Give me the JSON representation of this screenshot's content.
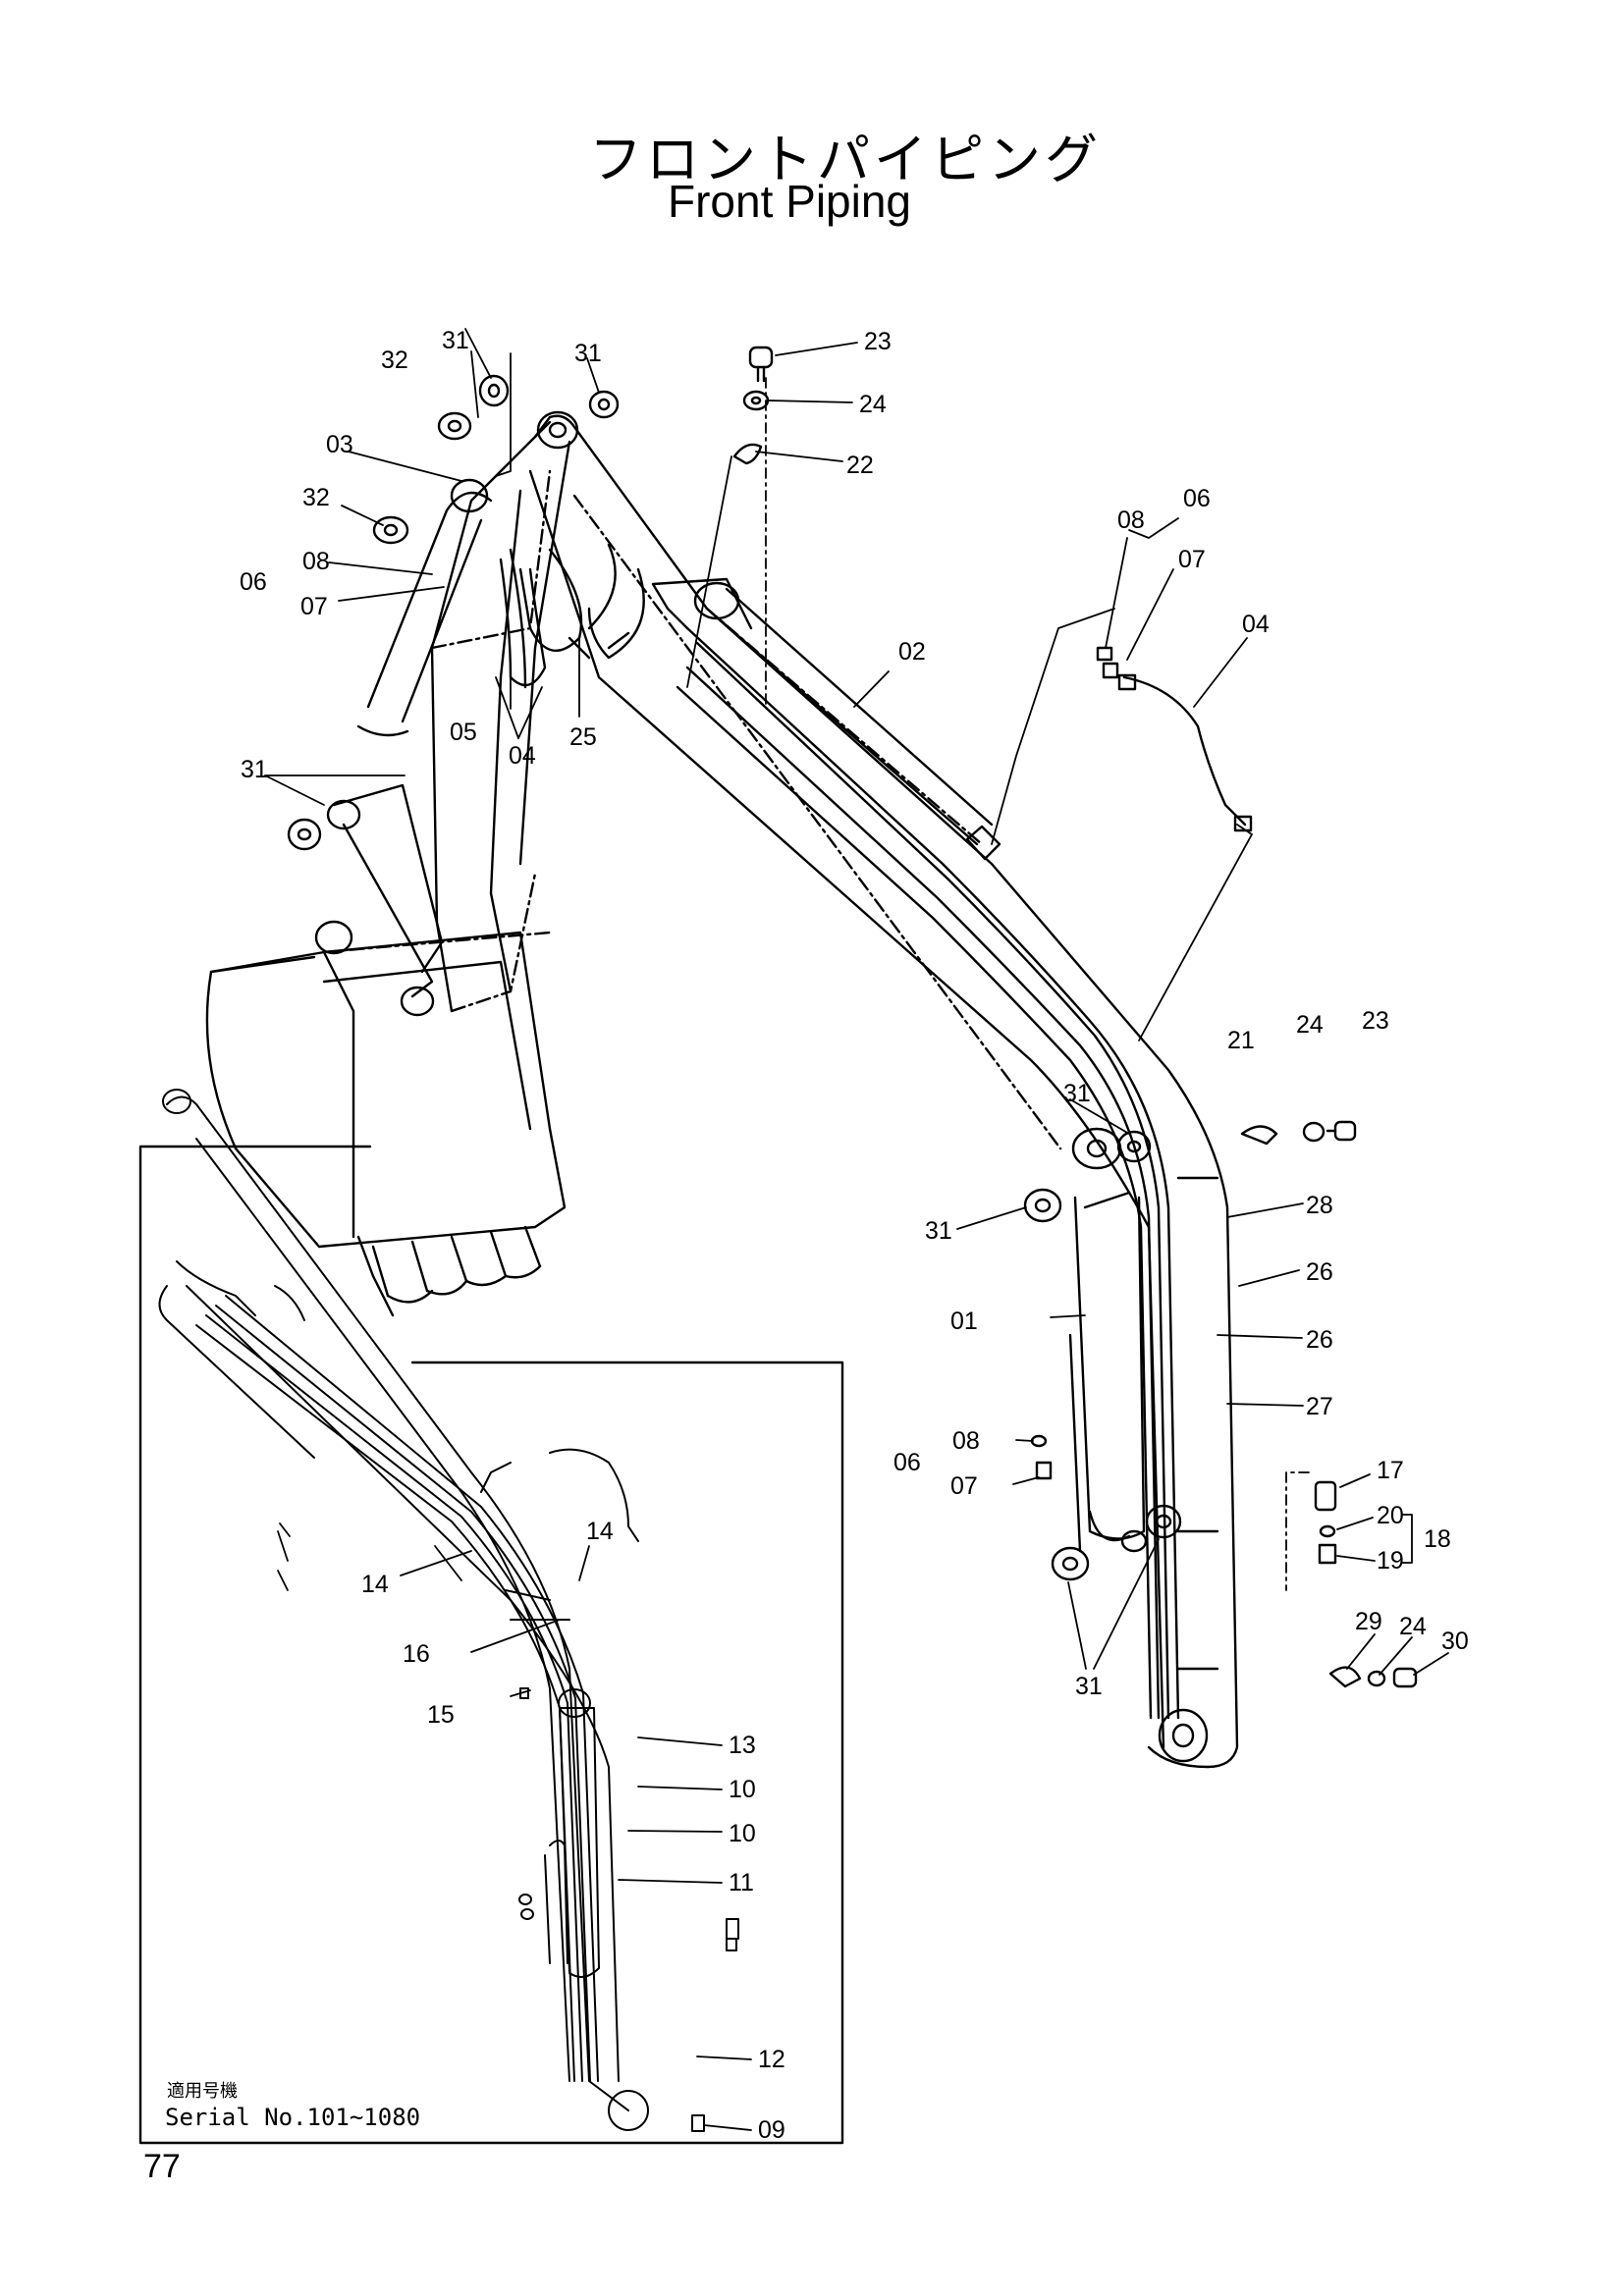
{
  "header": {
    "title_jp": "フロントパイピング",
    "title_en": "Front Piping"
  },
  "page_number": "77",
  "inset": {
    "applicable_label": "適用号機",
    "serial_label": "Serial No.101~1080"
  },
  "part_labels": {
    "l_23_top": "23",
    "l_24_top": "24",
    "l_22": "22",
    "l_31_a": "31",
    "l_31_b": "31",
    "l_32_a": "32",
    "l_03": "03",
    "l_32_b": "32",
    "l_06_left": "06",
    "l_08_left": "08",
    "l_07_left": "07",
    "l_05": "05",
    "l_04_mid": "04",
    "l_25": "25",
    "l_31_c": "31",
    "l_02": "02",
    "l_06_right": "06",
    "l_08_right": "08",
    "l_07_right": "07",
    "l_04_right": "04",
    "l_21": "21",
    "l_24_mid": "24",
    "l_23_mid": "23",
    "l_31_d": "31",
    "l_31_e": "31",
    "l_28": "28",
    "l_26_a": "26",
    "l_26_b": "26",
    "l_27": "27",
    "l_01": "01",
    "l_08_low": "08",
    "l_06_low": "06",
    "l_07_low": "07",
    "l_17": "17",
    "l_20": "20",
    "l_18": "18",
    "l_19": "19",
    "l_29": "29",
    "l_24_low": "24",
    "l_30": "30",
    "l_31_f": "31",
    "l_14_a": "14",
    "l_14_b": "14",
    "l_16": "16",
    "l_15": "15",
    "l_13": "13",
    "l_10_a": "10",
    "l_10_b": "10",
    "l_11": "11",
    "l_12": "12",
    "l_09": "09"
  }
}
